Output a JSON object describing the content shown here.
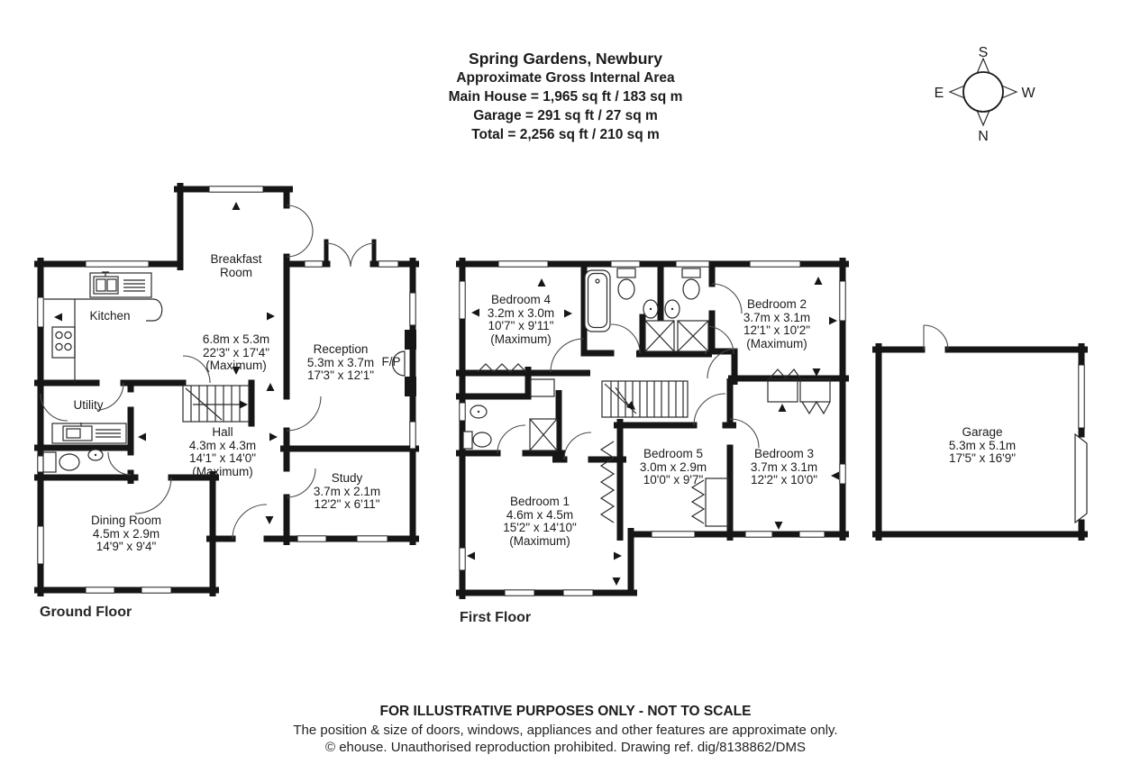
{
  "title_block": {
    "address": "Spring Gardens, Newbury",
    "subtitle": "Approximate Gross Internal Area",
    "main_house": "Main House = 1,965 sq ft / 183 sq m",
    "garage_area": "Garage = 291 sq ft / 27 sq m",
    "total": "Total = 2,256 sq ft / 210 sq m"
  },
  "compass": {
    "top": "S",
    "bottom": "N",
    "left": "E",
    "right": "W"
  },
  "floor_titles": {
    "ground": "Ground Floor",
    "first": "First Floor"
  },
  "rooms": {
    "breakfast": {
      "name_line1": "Breakfast",
      "name_line2": "Room"
    },
    "kitchen": {
      "name": "Kitchen",
      "metric": "6.8m x 5.3m",
      "imperial": "22'3\" x 17'4\"",
      "note": "(Maximum)"
    },
    "reception": {
      "name": "Reception",
      "metric": "5.3m x 3.7m",
      "imperial": "17'3\" x 12'1\""
    },
    "fireplace": {
      "abbr": "F/P"
    },
    "utility": {
      "name": "Utility"
    },
    "hall": {
      "name": "Hall",
      "metric": "4.3m x 4.3m",
      "imperial": "14'1\" x 14'0\"",
      "note": "(Maximum)"
    },
    "study": {
      "name": "Study",
      "metric": "3.7m x 2.1m",
      "imperial": "12'2\" x 6'11\""
    },
    "dining": {
      "name": "Dining Room",
      "metric": "4.5m x 2.9m",
      "imperial": "14'9\" x 9'4\""
    },
    "bedroom1": {
      "name": "Bedroom 1",
      "metric": "4.6m x 4.5m",
      "imperial": "15'2\" x 14'10\"",
      "note": "(Maximum)"
    },
    "bedroom2": {
      "name": "Bedroom 2",
      "metric": "3.7m x 3.1m",
      "imperial": "12'1\" x 10'2\"",
      "note": "(Maximum)"
    },
    "bedroom3": {
      "name": "Bedroom 3",
      "metric": "3.7m x 3.1m",
      "imperial": "12'2\" x 10'0\""
    },
    "bedroom4": {
      "name": "Bedroom 4",
      "metric": "3.2m x 3.0m",
      "imperial": "10'7\" x 9'11\"",
      "note": "(Maximum)"
    },
    "bedroom5": {
      "name": "Bedroom 5",
      "metric": "3.0m x 2.9m",
      "imperial": "10'0\" x 9'7\""
    },
    "garage": {
      "name": "Garage",
      "metric": "5.3m x 5.1m",
      "imperial": "17'5\" x 16'9\""
    }
  },
  "footer": {
    "line1": "FOR ILLUSTRATIVE PURPOSES ONLY - NOT TO SCALE",
    "line2": "The position & size of doors, windows, appliances and other features are approximate only.",
    "line3": "© ehouse. Unauthorised reproduction prohibited. Drawing ref. dig/8138862/DMS"
  }
}
